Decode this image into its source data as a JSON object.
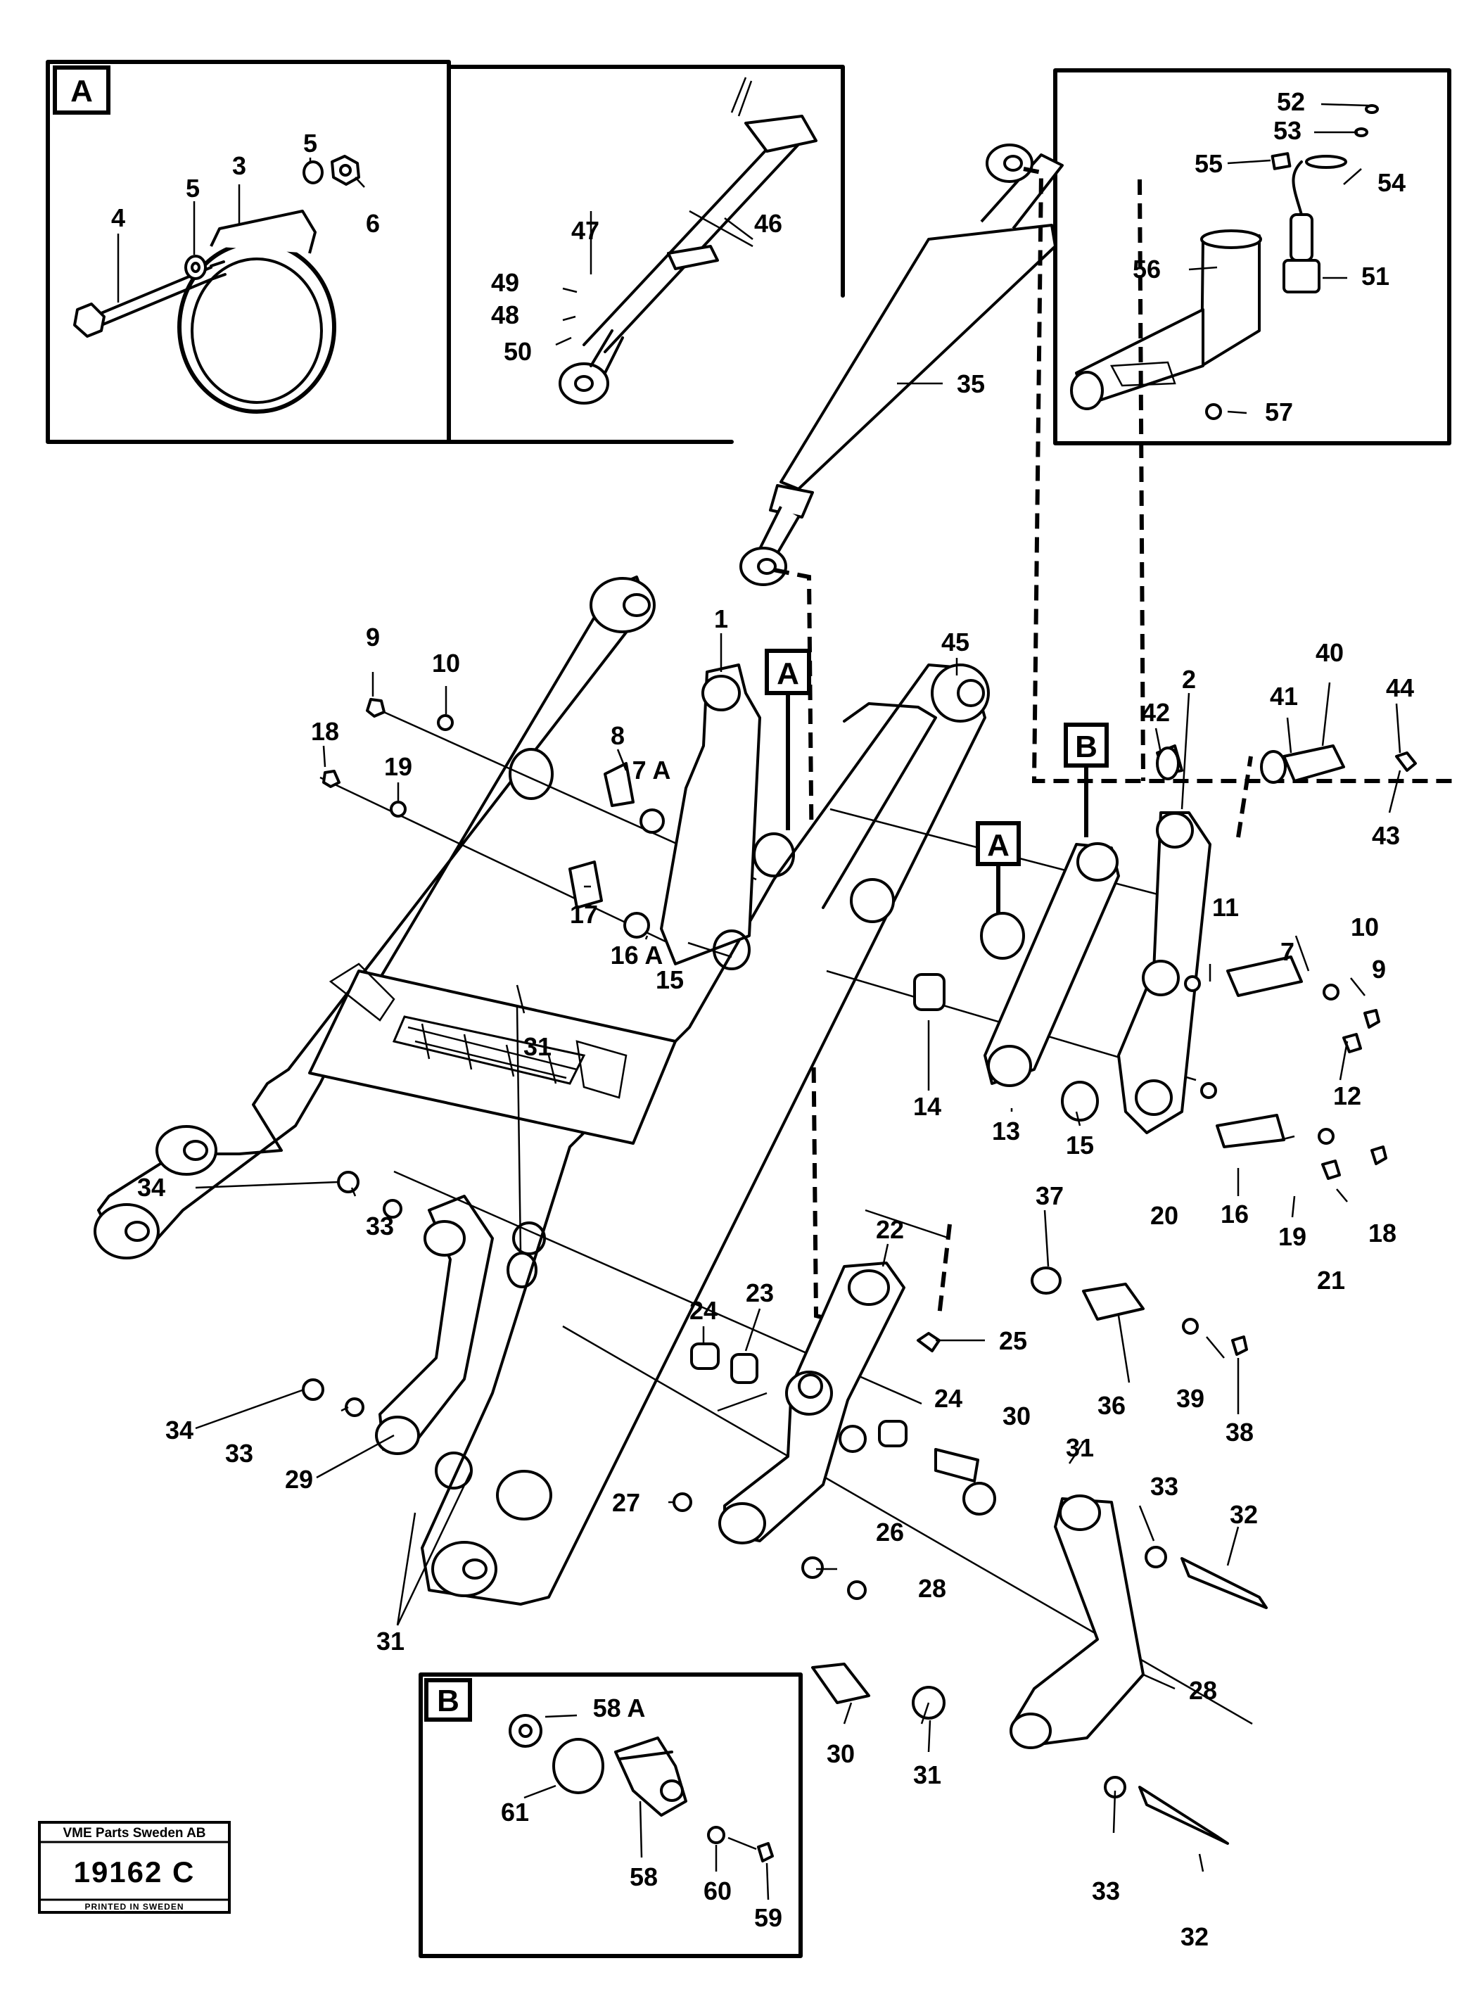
{
  "insets": {
    "a": {
      "label": "A",
      "callouts": [
        "3",
        "4",
        "5",
        "5",
        "6"
      ]
    },
    "cyl": {
      "callouts": [
        "46",
        "47",
        "48",
        "49",
        "50"
      ]
    },
    "sensor": {
      "callouts": [
        "51",
        "52",
        "53",
        "54",
        "55",
        "56",
        "57"
      ]
    },
    "b": {
      "label": "B",
      "callouts": [
        "58 A",
        "58",
        "59",
        "60",
        "61"
      ]
    }
  },
  "markers": {
    "a1": "A",
    "a2": "A",
    "b1": "B"
  },
  "main_callouts": {
    "c1": "1",
    "c2": "2",
    "c7a": "7 A",
    "c7": "7",
    "c8": "8",
    "c9a": "9",
    "c9b": "9",
    "c10a": "10",
    "c10b": "10",
    "c11": "11",
    "c12": "12",
    "c13": "13",
    "c14": "14",
    "c15a": "15",
    "c15b": "15",
    "c16a": "16 A",
    "c16": "16",
    "c17": "17",
    "c18a": "18",
    "c18b": "18",
    "c19a": "19",
    "c19b": "19",
    "c20": "20",
    "c21": "21",
    "c22": "22",
    "c23": "23",
    "c24a": "24",
    "c24b": "24",
    "c25": "25",
    "c26": "26",
    "c27": "27",
    "c28a": "28",
    "c28b": "28",
    "c29": "29",
    "c30a": "30",
    "c30b": "30",
    "c31a": "31",
    "c31b": "31",
    "c31c": "31",
    "c31d": "31",
    "c32a": "32",
    "c32b": "32",
    "c33a": "33",
    "c33b": "33",
    "c33c": "33",
    "c33d": "33",
    "c34a": "34",
    "c34b": "34",
    "c35": "35",
    "c36": "36",
    "c37": "37",
    "c38": "38",
    "c39": "39",
    "c40": "40",
    "c41": "41",
    "c42": "42",
    "c43": "43",
    "c44": "44",
    "c45": "45"
  },
  "plate": {
    "company": "VME Parts Sweden AB",
    "code": "19162 C",
    "printed": "PRINTED IN SWEDEN"
  }
}
